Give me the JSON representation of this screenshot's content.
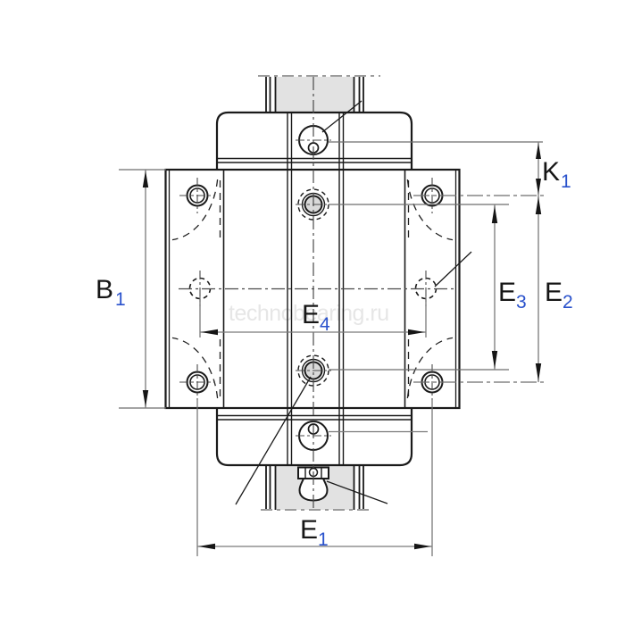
{
  "drawing": {
    "watermark": "technobearing.ru",
    "labels": {
      "b1": {
        "base": "B",
        "sub": "1"
      },
      "k1": {
        "base": "K",
        "sub": "1"
      },
      "e1": {
        "base": "E",
        "sub": "1"
      },
      "e2": {
        "base": "E",
        "sub": "2"
      },
      "e3": {
        "base": "E",
        "sub": "3"
      },
      "e4": {
        "base": "E",
        "sub": "4"
      }
    },
    "colors": {
      "background": "#ffffff",
      "outline": "#1a1a1a",
      "dimension_line": "#7a7a7a",
      "centerline": "#4a4a4a",
      "break_line": "#9c9c9c",
      "shaded_fill": "#e2e2e2",
      "hole_fill": "#d9d9d9",
      "label_text": "#161616",
      "label_subscript": "#2a52cc",
      "watermark": "#e6e6e6"
    }
  }
}
